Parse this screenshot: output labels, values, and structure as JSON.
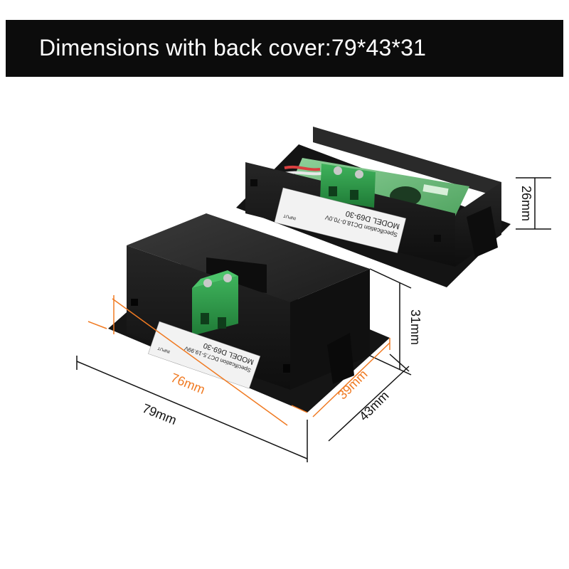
{
  "banner": {
    "text": "Dimensions with back cover:79*43*31"
  },
  "dimensions": {
    "width_inner": "76mm",
    "width_outer": "79mm",
    "depth_inner": "39mm",
    "depth_outer": "43mm",
    "height_back": "31mm",
    "height_side": "26mm"
  },
  "front_device": {
    "model": "MODEL  D69-30",
    "specification": "Specification DC7.5-19.99V",
    "input": "INPUT"
  },
  "back_device": {
    "model": "MODEL  D69-30",
    "specification": "Specification DC18.0-70.0V",
    "input": "INPUT"
  },
  "colors": {
    "banner_bg": "#0c0c0c",
    "banner_text": "#ffffff",
    "housing": "#1a1a1a",
    "terminal": "#2f9e4a",
    "pcb": "#6fbf7a",
    "orange_dim": "#f07a22",
    "black_dim": "#111111"
  }
}
